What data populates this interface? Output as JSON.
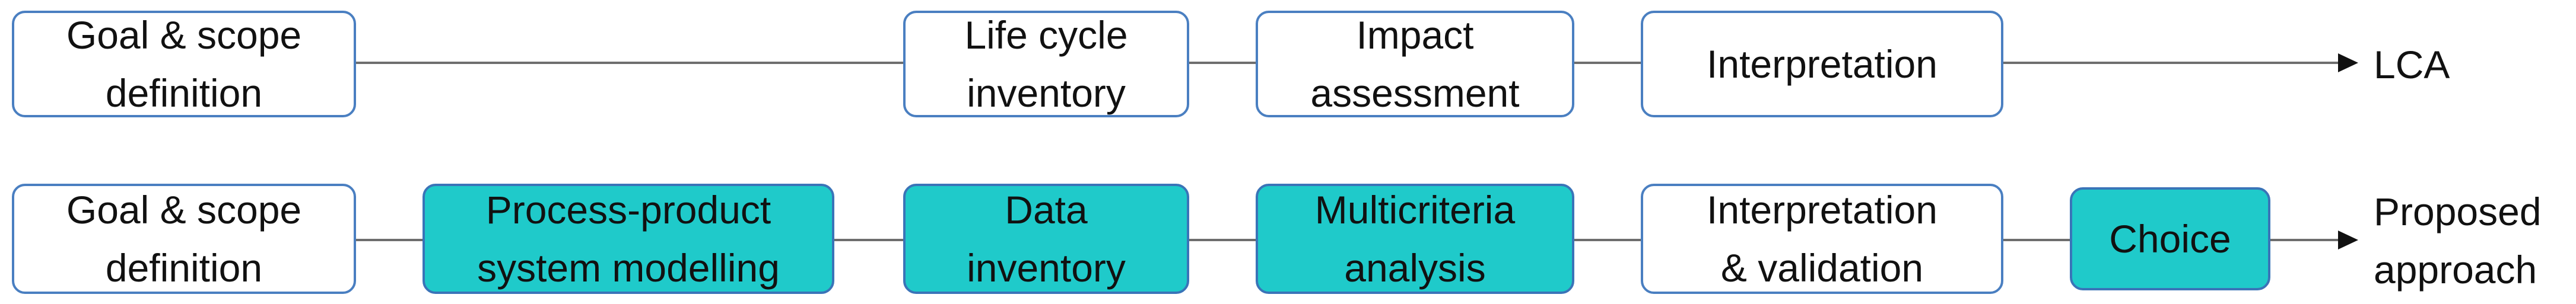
{
  "row1": {
    "steps": [
      {
        "label": "Goal & scope\ndefinition",
        "highlight": false
      },
      {
        "label": "Life cycle\ninventory",
        "highlight": false
      },
      {
        "label": "Impact\nassessment",
        "highlight": false
      },
      {
        "label": "Interpretation",
        "highlight": false
      }
    ],
    "output": "LCA"
  },
  "row2": {
    "steps": [
      {
        "label": "Goal & scope\ndefinition",
        "highlight": false
      },
      {
        "label": "Process-product\nsystem modelling",
        "highlight": true
      },
      {
        "label": "Data\ninventory",
        "highlight": true
      },
      {
        "label": "Multicriteria\nanalysis",
        "highlight": true
      },
      {
        "label": "Interpretation\n& validation",
        "highlight": false
      },
      {
        "label": "Choice",
        "highlight": true
      }
    ],
    "output": "Proposed\napproach"
  },
  "colors": {
    "highlight_fill": "#1fcaca",
    "box_border": "#4a7fc1",
    "connector": "#6e6e6e"
  }
}
